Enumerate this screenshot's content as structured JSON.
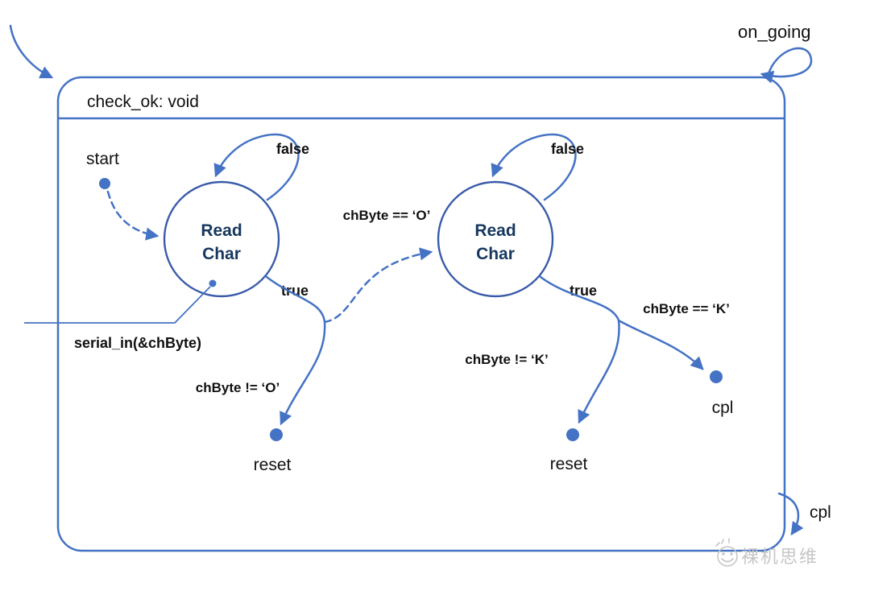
{
  "diagram": {
    "title": "check_ok: void",
    "external": {
      "on_going": "on_going",
      "cpl_exit": "cpl"
    },
    "states": {
      "read1": [
        "Read",
        "Char"
      ],
      "read2": [
        "Read",
        "Char"
      ]
    },
    "labels": {
      "start": "start",
      "false_1": "false",
      "true_1": "true",
      "false_2": "false",
      "true_2": "true",
      "eq_o": "chByte == ‘O’",
      "ne_o": "chByte != ‘O’",
      "eq_k": "chByte == ‘K’",
      "ne_k": "chByte != ‘K’",
      "reset_1": "reset",
      "reset_2": "reset",
      "cpl_dot": "cpl",
      "serial_in": "serial_in(&chByte)"
    },
    "watermark": {
      "text": "裸机思维"
    },
    "colors": {
      "edge": "#4472C4",
      "state_stroke": "#3A5BA9",
      "state_text": "#17375E",
      "label_text": "#111111",
      "watermark": "#C6C6C6"
    }
  }
}
